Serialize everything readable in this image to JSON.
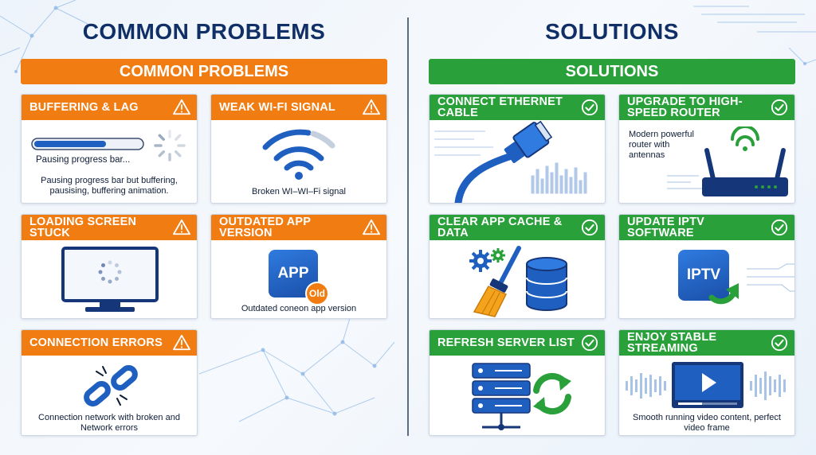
{
  "left_panel": {
    "title": "COMMON PROBLEMS",
    "banner": "COMMON PROBLEMS",
    "cards": [
      {
        "title": "BUFFERING & LAG",
        "caption_top": "Pausing progress bar...",
        "caption": "Pausing progress bar but buffering, pausising, buffering animation."
      },
      {
        "title": "WEAK WI-FI SIGNAL",
        "caption": "Broken WI–WI–Fi signal"
      },
      {
        "title": "LOADING SCREEN STUCK"
      },
      {
        "title": "OUTDATED APP VERSION",
        "app_label": "APP",
        "badge": "Old",
        "caption": "Outdated coneon app version"
      },
      {
        "title": "CONNECTION ERRORS",
        "caption": "Connection network with broken and Network errors"
      }
    ]
  },
  "right_panel": {
    "title": "SOLUTIONS",
    "banner": "SOLUTIONS",
    "cards": [
      {
        "title": "CONNECT ETHERNET CABLE"
      },
      {
        "title": "UPGRADE TO HIGH-SPEED ROUTER",
        "caption": "Modern powerful router with antennas"
      },
      {
        "title": "CLEAR APP CACHE & DATA"
      },
      {
        "title": "UPDATE IPTV SOFTWARE",
        "app_label": "IPTV"
      },
      {
        "title": "REFRESH SERVER LIST"
      },
      {
        "title": "ENJOY STABLE STREAMING",
        "caption": "Smooth running video content, perfect video frame"
      }
    ]
  },
  "colors": {
    "orange": "#f07c12",
    "green": "#29a03a",
    "navy": "#0f2f66",
    "blue": "#1e5fc0"
  },
  "icons": [
    "warning-icon",
    "check-circle-icon",
    "spinner-icon",
    "wifi-icon",
    "monitor-icon",
    "app-icon",
    "broken-link-icon",
    "ethernet-cable-icon",
    "router-icon",
    "gears-icon",
    "broom-icon",
    "database-icon",
    "iptv-app-icon",
    "server-icon",
    "refresh-icon",
    "video-player-icon"
  ]
}
